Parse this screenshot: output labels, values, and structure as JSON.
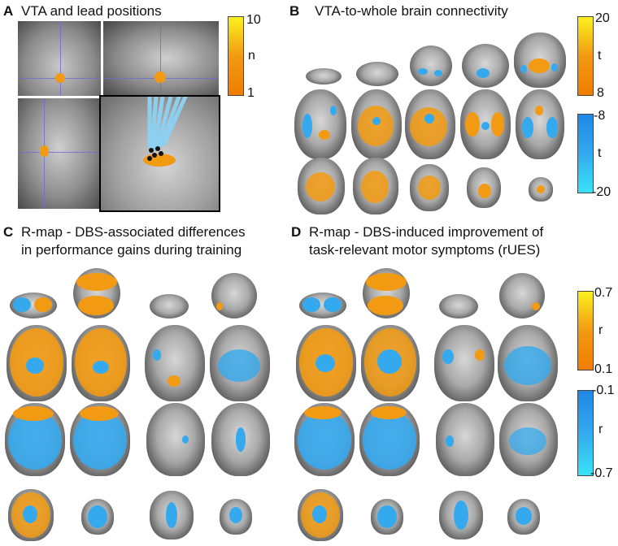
{
  "panels": {
    "a": {
      "letter": "A",
      "title": "VTA and lead positions",
      "colorbar": {
        "max": "10",
        "label": "n",
        "min": "1"
      }
    },
    "b": {
      "letter": "B",
      "title": "VTA-to-whole brain connectivity",
      "colorbar_pos": {
        "max": "20",
        "label": "t",
        "min": "8"
      },
      "colorbar_neg": {
        "max": "-8",
        "label": "t",
        "min": "-20"
      }
    },
    "c": {
      "letter": "C",
      "title_line1": "R-map - DBS-associated differences",
      "title_line2": "in performance gains during training"
    },
    "d": {
      "letter": "D",
      "title_line1": "R-map - DBS-induced improvement of",
      "title_line2": "task-relevant motor symptoms (rUES)",
      "colorbar_pos": {
        "max": "0.7",
        "label": "r",
        "min": "0.1"
      },
      "colorbar_neg": {
        "max": "-0.1",
        "label": "r",
        "min": "-0.7"
      }
    }
  },
  "colors": {
    "orange": "#f29a12",
    "blue": "#35a9ee",
    "yellow": "#fbf11c",
    "cyan": "#38e3f7"
  }
}
